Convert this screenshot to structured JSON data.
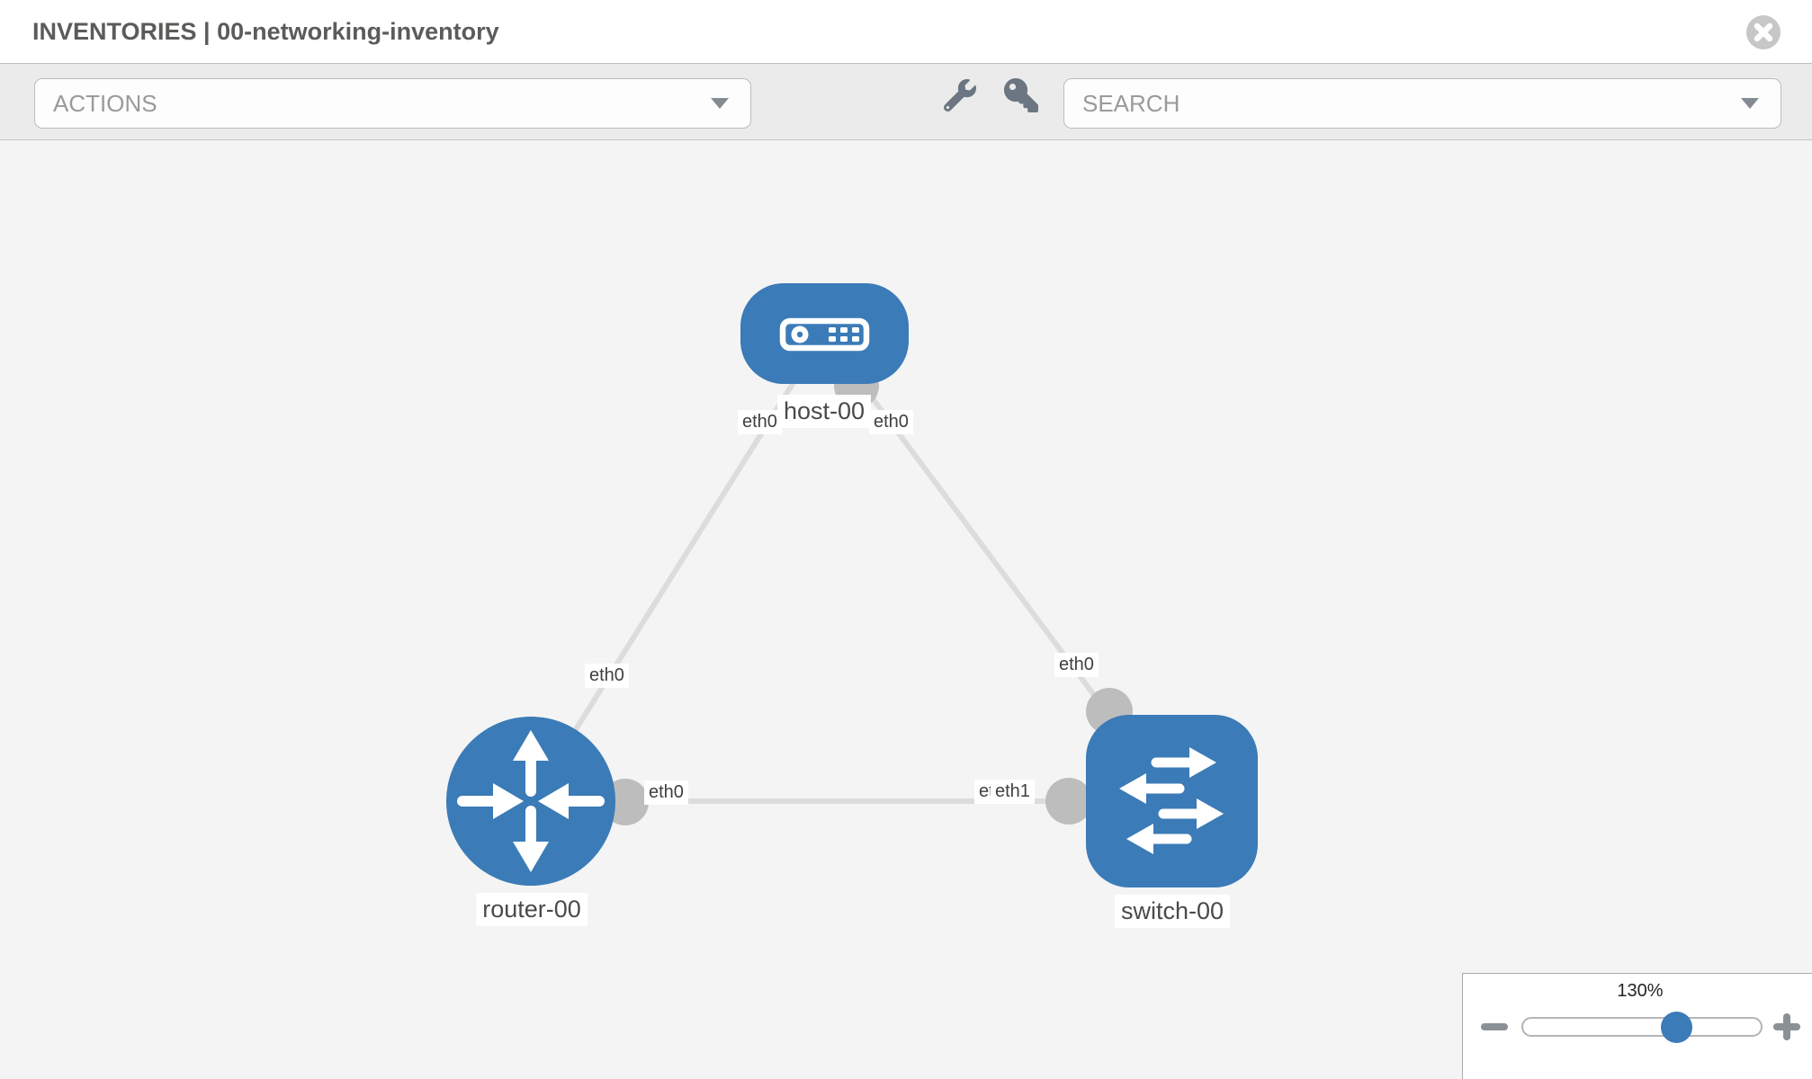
{
  "header": {
    "title": "INVENTORIES | 00-networking-inventory"
  },
  "toolbar": {
    "actions_label": "ACTIONS",
    "search_placeholder": "SEARCH",
    "icons": [
      "wrench-icon",
      "key-icon"
    ]
  },
  "topology": {
    "nodes": [
      {
        "name": "host-00",
        "type": "host"
      },
      {
        "name": "router-00",
        "type": "router"
      },
      {
        "name": "switch-00",
        "type": "switch"
      }
    ],
    "links": [
      {
        "source": "router-00",
        "source_interface": "eth0",
        "target": "host-00",
        "target_interface": "eth0"
      },
      {
        "source": "switch-00",
        "source_interface": "eth0",
        "target": "host-00",
        "target_interface": "eth0"
      },
      {
        "source": "router-00",
        "source_interface": "eth0",
        "target": "switch-00",
        "target_interface": "eth1"
      }
    ],
    "interface_labels": [
      {
        "text": "eth0",
        "position": "host-left"
      },
      {
        "text": "eth0",
        "position": "host-right"
      },
      {
        "text": "eth0",
        "position": "router-to-host-link"
      },
      {
        "text": "eth0",
        "position": "switch-to-host-link"
      },
      {
        "text": "eth0",
        "position": "router-switch-link-router-side"
      },
      {
        "text": "eth0",
        "position": "router-switch-link-switch-side-behind"
      },
      {
        "text": "eth1",
        "position": "router-switch-link-switch-side"
      }
    ]
  },
  "zoom_control": {
    "value": "130%"
  },
  "colors": {
    "node_blue": "#3b7bb7",
    "link_gray": "#dcdcdc",
    "port_gray": "#bdbdbd",
    "canvas_bg": "#f4f4f4",
    "toolbar_bg": "#ebebeb",
    "label_text": "#4a4a4a"
  }
}
